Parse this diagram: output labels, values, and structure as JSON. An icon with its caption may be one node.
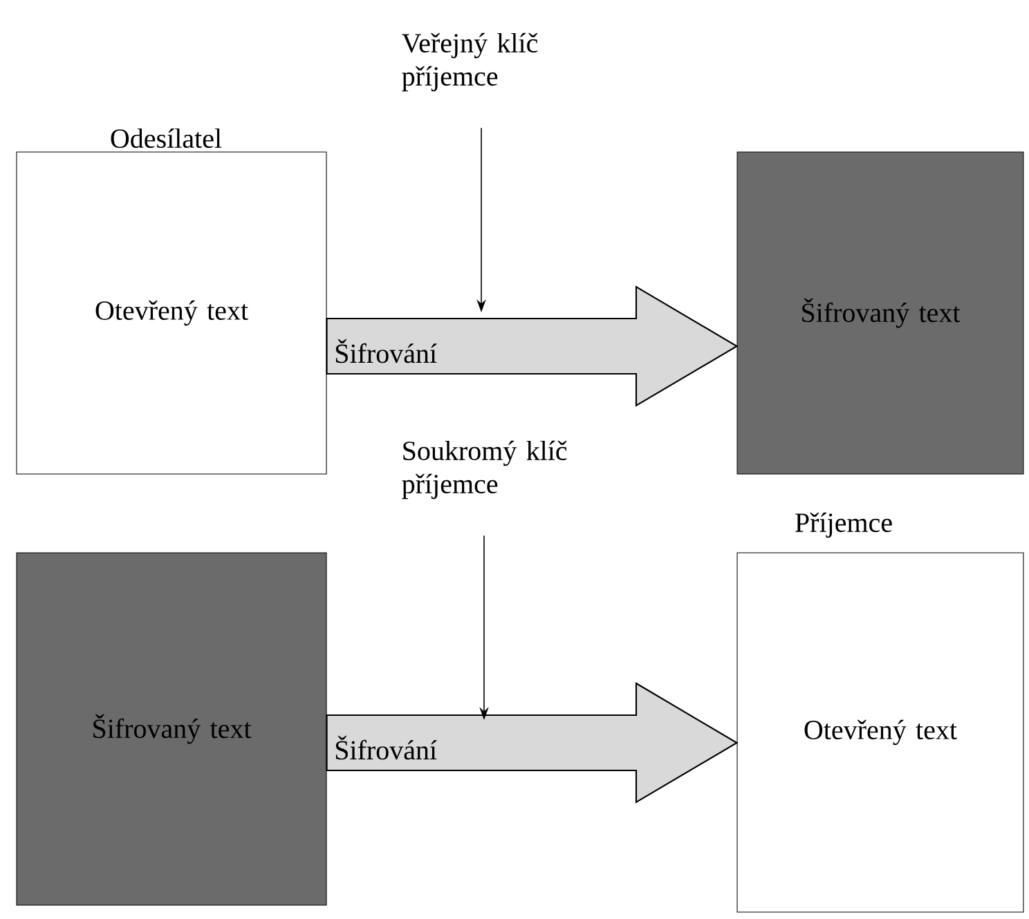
{
  "diagram": {
    "nodes": [
      {
        "text": [
          "Odesílatel",
          "Otevřený text"
        ]
      },
      {
        "text": [
          "Šifrovaný text"
        ]
      },
      {
        "text": [
          "Veřejný klíč příjemce"
        ]
      },
      {
        "text": [
          "Šifrovaný text"
        ]
      },
      {
        "text": [
          "Příjemce",
          "Otevřený text"
        ]
      },
      {
        "text": [
          "Soukromý klíč příjemce"
        ]
      }
    ],
    "edges": [
      {
        "from": 0,
        "to": 1,
        "arrow": "to",
        "label": "Šifrování",
        "style": "thick"
      },
      {
        "from": 2,
        "to": null,
        "arrow": "to"
      },
      {
        "from": 3,
        "to": 4,
        "arrow": "to",
        "label": "Šifrování",
        "style": "thick"
      },
      {
        "from": 5,
        "to": null,
        "arrow": "to"
      }
    ]
  }
}
